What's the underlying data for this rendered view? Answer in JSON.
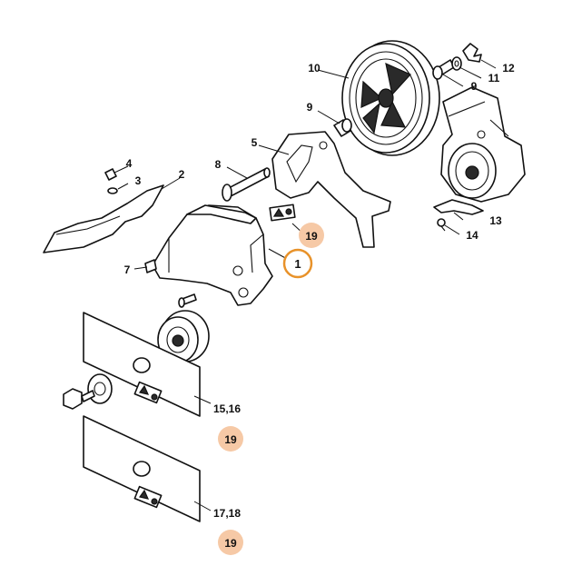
{
  "labels": {
    "l1": "1",
    "l2": "2",
    "l3": "3",
    "l4": "4",
    "l5": "5",
    "l7": "7",
    "l8": "8",
    "l9a": "9",
    "l9b": "9",
    "l10": "10",
    "l11": "11",
    "l12": "12",
    "l13": "13",
    "l14": "14",
    "l1516": "15,16",
    "l1718": "17,18",
    "c19a": "19",
    "c19b": "19",
    "c19c": "19"
  },
  "colors": {
    "highlight_ring": "#e8922a",
    "badge_fill": "#f6c9a6",
    "line": "#111111"
  }
}
